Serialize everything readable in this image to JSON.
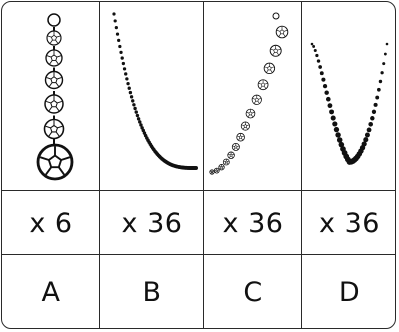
{
  "columns": [
    {
      "icon": "short-chain-5-balls-icon",
      "count": "x 6",
      "label": "A"
    },
    {
      "icon": "fine-bead-chain-curve-icon",
      "count": "x 36",
      "label": "B"
    },
    {
      "icon": "ball-chain-j-curve-icon",
      "count": "x 36",
      "label": "C"
    },
    {
      "icon": "small-ball-chain-u-curve-icon",
      "count": "x 36",
      "label": "D"
    }
  ],
  "colors": {
    "border": "#2a2a2a",
    "ink": "#111111",
    "background": "#ffffff"
  }
}
